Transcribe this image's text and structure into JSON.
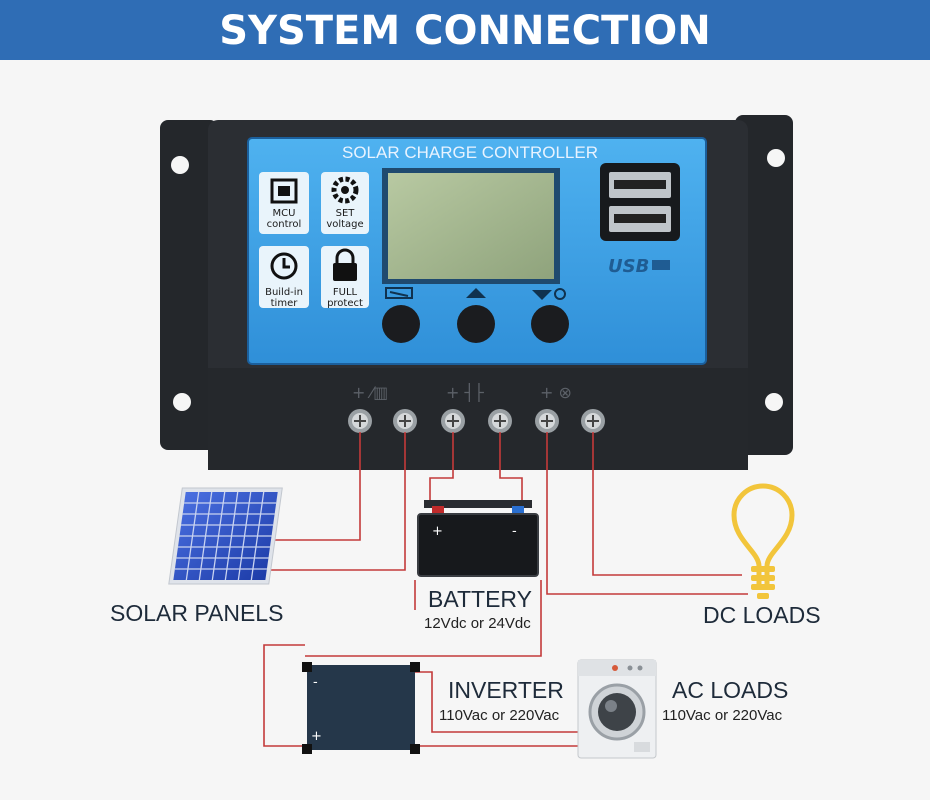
{
  "header": {
    "title": "SYSTEM CONNECTION"
  },
  "controller": {
    "title": "SOLAR CHARGE CONTROLLER",
    "features": [
      {
        "line1": "MCU",
        "line2": "control",
        "icon": "chip-icon"
      },
      {
        "line1": "SET",
        "line2": "voltage",
        "icon": "gear-icon"
      },
      {
        "line1": "Build-in",
        "line2": "timer",
        "icon": "clock-icon"
      },
      {
        "line1": "FULL",
        "line2": "protect",
        "icon": "lock-icon"
      }
    ],
    "usb_label": "USB",
    "buttons": [
      "menu-button",
      "plus-button",
      "minus-light-button"
    ]
  },
  "components": {
    "solar": {
      "label": "SOLAR PANELS"
    },
    "battery": {
      "label": "BATTERY",
      "spec": "12Vdc or 24Vdc"
    },
    "dc_loads": {
      "label": "DC LOADS"
    },
    "inverter": {
      "label": "INVERTER",
      "spec": "110Vac or 220Vac"
    },
    "ac_loads": {
      "label": "AC LOADS",
      "spec": "110Vac or 220Vac"
    }
  },
  "colors": {
    "banner": "#2f6db5",
    "wire": "#c33a3a",
    "panel_blue": "#3ea0e6",
    "housing": "#2b2e33"
  }
}
